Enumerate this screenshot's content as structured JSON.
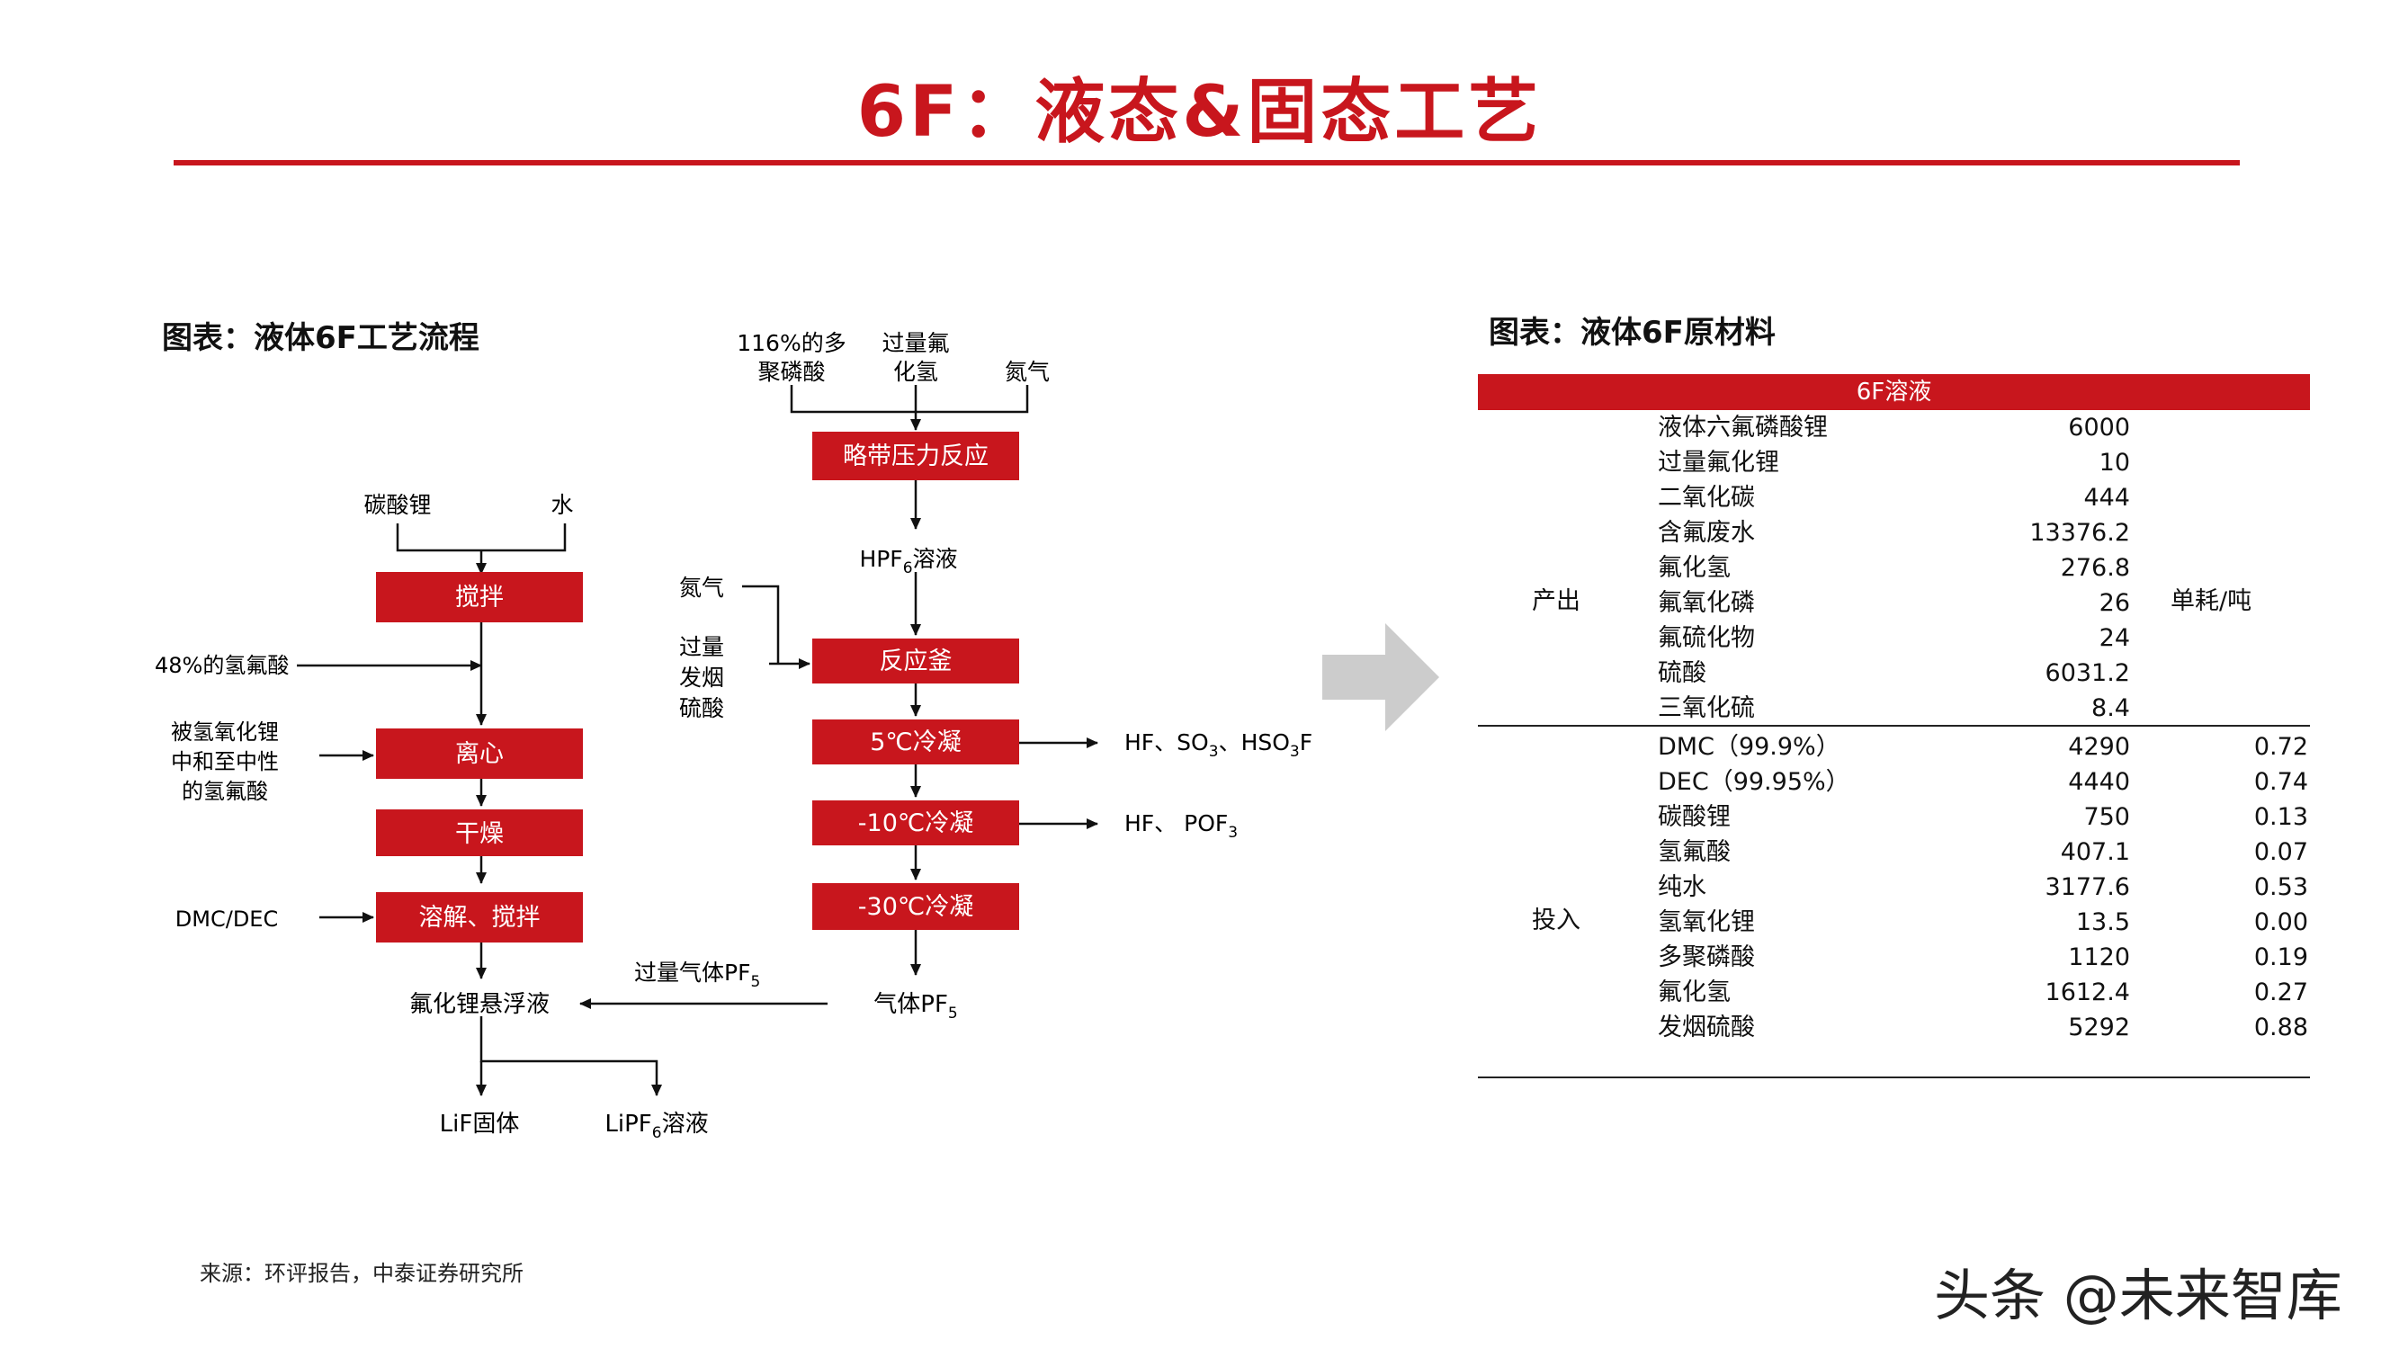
{
  "page_title": "6F：液态&固态工艺",
  "left_chart_title": "图表：液体6F工艺流程",
  "right_chart_title": "图表：液体6F原材料",
  "flow": {
    "left_inputs": {
      "lithium_carbonate": "碳酸锂",
      "water": "水"
    },
    "box_stir": "搅拌",
    "hf48": "48%的氢氟酸",
    "neutral_hf": [
      "被氢氧化锂",
      "中和至中性",
      "的氢氟酸"
    ],
    "box_centrifuge": "离心",
    "box_dry": "干燥",
    "dmc_dec": "DMC/DEC",
    "box_dissolve": "溶解、搅拌",
    "lif_suspension": "氟化锂悬浮液",
    "lif_solid": "LiF固体",
    "lipf6_solution": {
      "main": "LiPF",
      "sub": "6",
      "suffix": "溶液"
    },
    "excess_pf5": {
      "main": "过量气体PF",
      "sub": "5"
    },
    "top_inputs": {
      "polyphosphoric": [
        "116%的多",
        "聚磷酸"
      ],
      "excess_hf": [
        "过量氟",
        "化氢"
      ],
      "nitrogen": "氮气"
    },
    "box_pressure": "略带压力反应",
    "hpf6": {
      "main": "HPF",
      "sub": "6",
      "suffix": "溶液"
    },
    "nitrogen2": "氮气",
    "oleum": [
      "过量",
      "发烟",
      "硫酸"
    ],
    "box_reactor": "反应釜",
    "box_5c": "5℃冷凝",
    "out_5c": {
      "p1": "HF、SO",
      "s1": "3",
      "p2": "、HSO",
      "s2": "3",
      "p3": "F"
    },
    "box_m10c": "-10℃冷凝",
    "out_m10c": {
      "p1": "HF、 POF",
      "s1": "3"
    },
    "box_m30c": "-30℃冷凝",
    "gas_pf5": {
      "main": "气体PF",
      "sub": "5"
    }
  },
  "table": {
    "header": "6F溶液",
    "output_label": "产出",
    "input_label": "投入",
    "unit_label": "单耗/吨",
    "outputs": [
      {
        "name": "液体六氟磷酸锂",
        "value": "6000"
      },
      {
        "name": "过量氟化锂",
        "value": "10"
      },
      {
        "name": "二氧化碳",
        "value": "444"
      },
      {
        "name": "含氟废水",
        "value": "13376.2"
      },
      {
        "name": "氟化氢",
        "value": "276.8"
      },
      {
        "name": "氟氧化磷",
        "value": "26"
      },
      {
        "name": "氟硫化物",
        "value": "24"
      },
      {
        "name": "硫酸",
        "value": "6031.2"
      },
      {
        "name": "三氧化硫",
        "value": "8.4"
      }
    ],
    "inputs": [
      {
        "name": "DMC（99.9%）",
        "value": "4290",
        "unit": "0.72"
      },
      {
        "name": "DEC（99.95%）",
        "value": "4440",
        "unit": "0.74"
      },
      {
        "name": "碳酸锂",
        "value": "750",
        "unit": "0.13"
      },
      {
        "name": "氢氟酸",
        "value": "407.1",
        "unit": "0.07"
      },
      {
        "name": "纯水",
        "value": "3177.6",
        "unit": "0.53"
      },
      {
        "name": "氢氧化锂",
        "value": "13.5",
        "unit": "0.00"
      },
      {
        "name": "多聚磷酸",
        "value": "1120",
        "unit": "0.19"
      },
      {
        "name": "氟化氢",
        "value": "1612.4",
        "unit": "0.27"
      },
      {
        "name": "发烟硫酸",
        "value": "5292",
        "unit": "0.88"
      }
    ]
  },
  "source_note": "来源：环评报告，中泰证券研究所",
  "watermark": "头条 @未来智库",
  "colors": {
    "accent": "#c8161d",
    "arrow_gray": "#cccccc"
  }
}
